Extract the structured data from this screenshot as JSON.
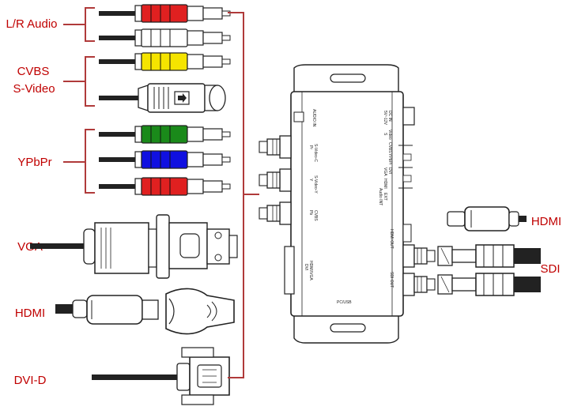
{
  "colors": {
    "label_red": "#c00000",
    "bracket_red": "#b03a3a",
    "audio_red": "#e02020",
    "video_yellow": "#f5e400",
    "y_green": "#1a8a1a",
    "pb_blue": "#1010e0",
    "line_dark": "#222222"
  },
  "left_labels": {
    "lr_audio": "L/R Audio",
    "cvbs": "CVBS",
    "svideo": "S-Video",
    "ypbpr": "YPbPr",
    "vga": "VGA",
    "hdmi": "HDMI",
    "dvid": "DVI-D"
  },
  "right_labels": {
    "hdmi": "HDMI",
    "sdi": "SDI"
  },
  "device": {
    "audio_in": "AUDIO IN",
    "power": "5V~12V",
    "power2": "DC IN",
    "pr": "Pr",
    "pr_sub": "S-Video-C",
    "y": "Y",
    "y_sub": "S-Video-Y",
    "pb": "Pb",
    "pb_sub": "CVBS",
    "dvi": "DVI",
    "dvi_sub": "HDMI/VGA",
    "hdmi_out": "HDMI OUT",
    "sdi_out": "SDI OUT",
    "usb": "PC/USB",
    "sel_s": "S",
    "sel_video": "Video",
    "sel_cvbs": "CVBS",
    "sel_ypbpr": "YPbPr",
    "sel_vga": "VGA",
    "sel_hdmi": "HDMI",
    "sel_dvi": "DVI",
    "audio_int": "Audio INT",
    "audio_ext": "EXT"
  }
}
